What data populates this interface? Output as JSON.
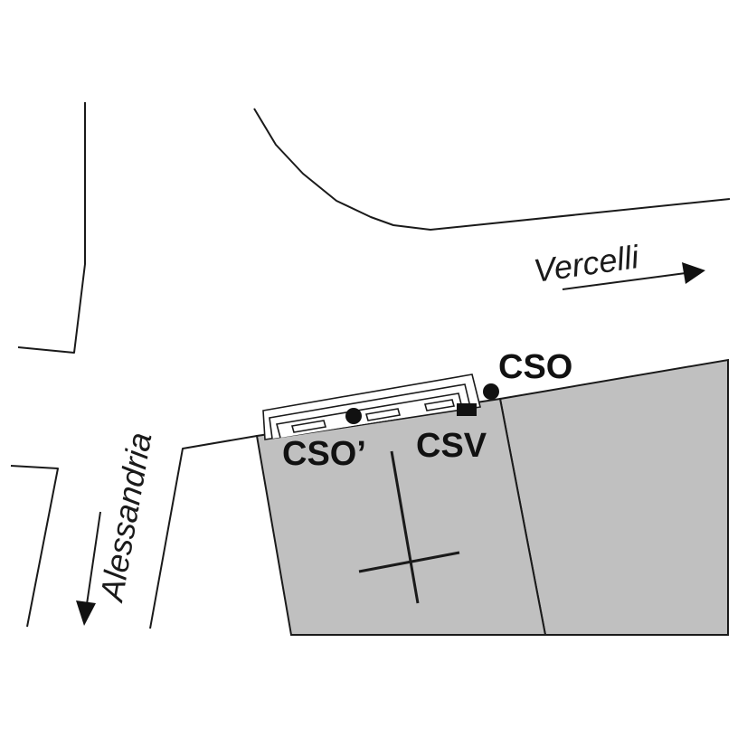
{
  "streets": {
    "vercelli": {
      "name": "Vercelli",
      "icon": "arrow-right-icon"
    },
    "alessandria": {
      "name": "Alessandria",
      "icon": "arrow-down-icon"
    }
  },
  "sensors": {
    "cso": {
      "label": "CSO",
      "marker": "circle"
    },
    "cso_prime": {
      "label": "CSO’",
      "marker": "circle"
    },
    "csv": {
      "label": "CSV",
      "marker": "square"
    }
  },
  "colors": {
    "block_fill": "#c0c0c0",
    "line": "#1a1a1a",
    "background": "#ffffff"
  },
  "symbols": {
    "building": "church-cross-icon"
  }
}
